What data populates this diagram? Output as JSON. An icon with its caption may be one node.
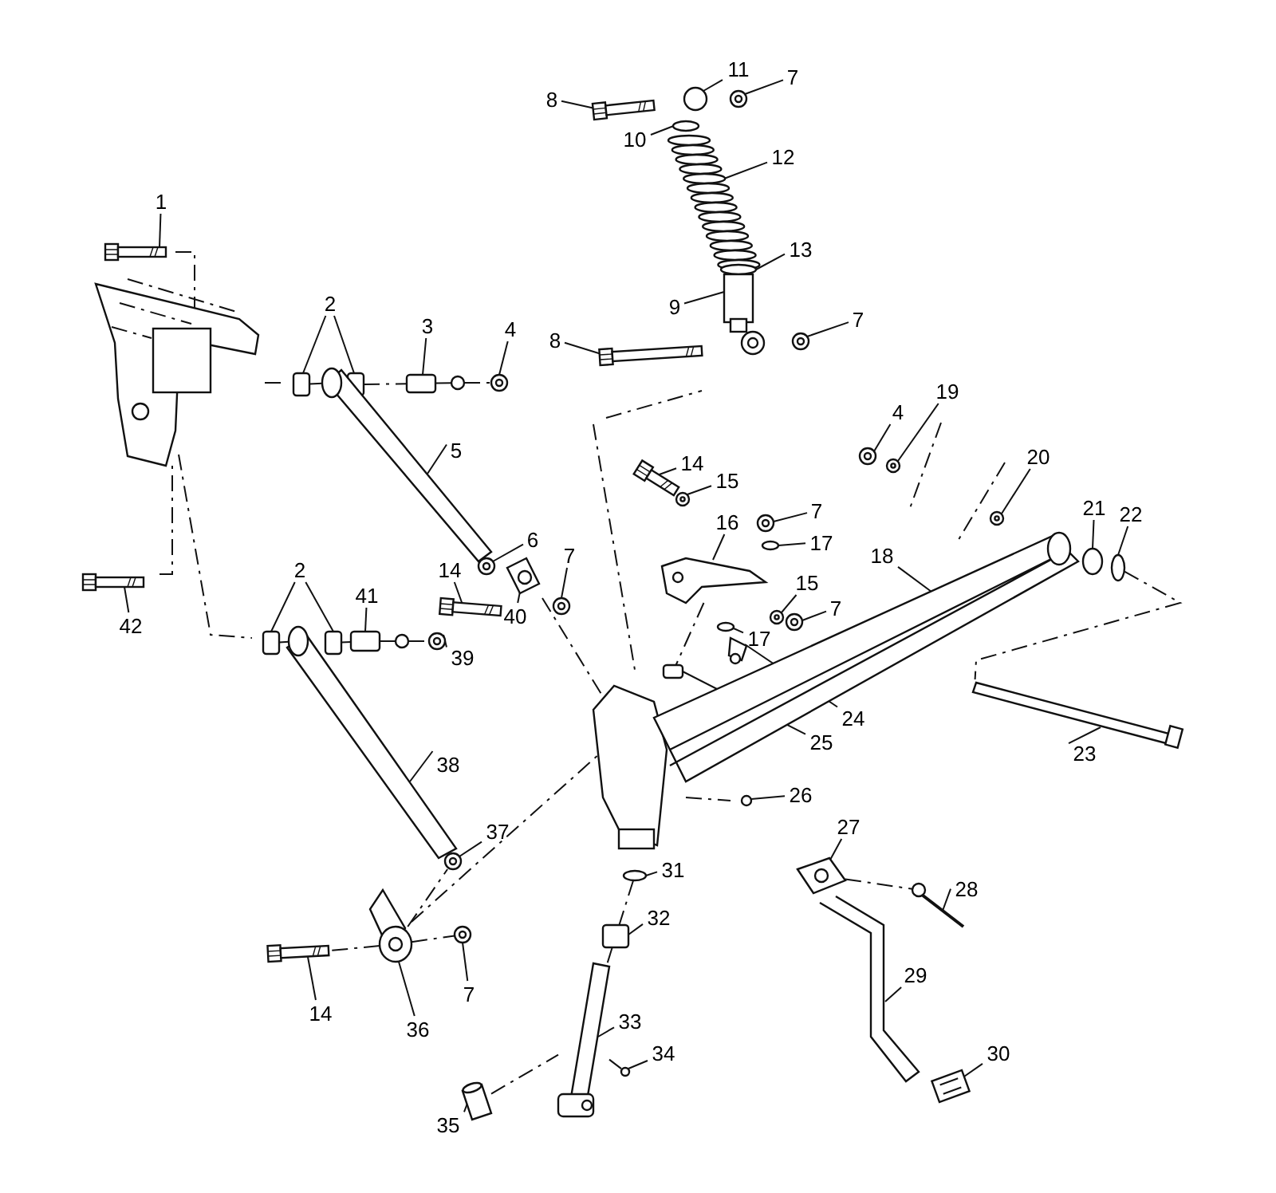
{
  "diagram": {
    "nodes": [
      {
        "text": [
          "1"
        ]
      },
      {
        "text": [
          "2"
        ]
      },
      {
        "text": [
          "3"
        ]
      },
      {
        "text": [
          "4"
        ]
      },
      {
        "text": [
          "5"
        ]
      },
      {
        "text": [
          "6"
        ]
      },
      {
        "text": [
          "7"
        ]
      },
      {
        "text": [
          "14"
        ]
      },
      {
        "text": [
          "40"
        ]
      },
      {
        "text": [
          "2"
        ]
      },
      {
        "text": [
          "41"
        ]
      },
      {
        "text": [
          "39"
        ]
      },
      {
        "text": [
          "42"
        ]
      },
      {
        "text": [
          "38"
        ]
      },
      {
        "text": [
          "37"
        ]
      },
      {
        "text": [
          "36"
        ]
      },
      {
        "text": [
          "14"
        ]
      },
      {
        "text": [
          "7"
        ]
      },
      {
        "text": [
          "8"
        ]
      },
      {
        "text": [
          "11"
        ]
      },
      {
        "text": [
          "7"
        ]
      },
      {
        "text": [
          "10"
        ]
      },
      {
        "text": [
          "12"
        ]
      },
      {
        "text": [
          "13"
        ]
      },
      {
        "text": [
          "9"
        ]
      },
      {
        "text": [
          "8"
        ]
      },
      {
        "text": [
          "7"
        ]
      },
      {
        "text": [
          "14"
        ]
      },
      {
        "text": [
          "15"
        ]
      },
      {
        "text": [
          "16"
        ]
      },
      {
        "text": [
          "7"
        ]
      },
      {
        "text": [
          "17"
        ]
      },
      {
        "text": [
          "15"
        ]
      },
      {
        "text": [
          "7"
        ]
      },
      {
        "text": [
          "17"
        ]
      },
      {
        "text": [
          "24"
        ]
      },
      {
        "text": [
          "25"
        ]
      },
      {
        "text": [
          "26"
        ]
      },
      {
        "text": [
          "4"
        ]
      },
      {
        "text": [
          "19"
        ]
      },
      {
        "text": [
          "20"
        ]
      },
      {
        "text": [
          "18"
        ]
      },
      {
        "text": [
          "21"
        ]
      },
      {
        "text": [
          "22"
        ]
      },
      {
        "text": [
          "23"
        ]
      },
      {
        "text": [
          "27"
        ]
      },
      {
        "text": [
          "28"
        ]
      },
      {
        "text": [
          "29"
        ]
      },
      {
        "text": [
          "30"
        ]
      },
      {
        "text": [
          "31"
        ]
      },
      {
        "text": [
          "32"
        ]
      },
      {
        "text": [
          "33"
        ]
      },
      {
        "text": [
          "34"
        ]
      },
      {
        "text": [
          "35"
        ]
      },
      {
        "text": [],
        "shape": "picture"
      },
      {
        "text": [],
        "shape": "box"
      },
      {
        "text": [],
        "shape": "box"
      },
      {
        "text": [],
        "shape": "box"
      },
      {
        "text": [],
        "shape": "picture"
      },
      {
        "text": [],
        "shape": "picture"
      },
      {
        "text": [],
        "shape": "picture"
      },
      {
        "text": [],
        "shape": "picture"
      },
      {
        "text": [],
        "shape": "picture"
      },
      {
        "text": [],
        "shape": "picture"
      },
      {
        "text": [],
        "shape": "box"
      },
      {
        "text": [],
        "shape": "box"
      },
      {
        "text": [],
        "shape": "box"
      },
      {
        "text": [],
        "shape": "picture"
      },
      {
        "text": [],
        "shape": "picture"
      },
      {
        "text": [],
        "shape": "picture"
      },
      {
        "text": [],
        "shape": "picture"
      },
      {
        "text": [],
        "shape": "picture"
      },
      {
        "text": [],
        "shape": "picture"
      },
      {
        "text": [],
        "shape": "picture"
      },
      {
        "text": [],
        "shape": "picture"
      },
      {
        "text": [],
        "shape": "circle"
      },
      {
        "text": [],
        "shape": "picture"
      },
      {
        "text": [],
        "shape": "circle"
      },
      {
        "text": [],
        "shape": "picture"
      },
      {
        "text": [],
        "shape": "circle"
      },
      {
        "text": [],
        "shape": "picture"
      },
      {
        "text": [],
        "shape": "picture"
      },
      {
        "text": [],
        "shape": "picture"
      },
      {
        "text": [],
        "shape": "picture"
      },
      {
        "text": [],
        "shape": "picture"
      },
      {
        "text": [],
        "shape": "picture"
      },
      {
        "text": [],
        "shape": "picture"
      },
      {
        "text": [],
        "shape": "circle"
      },
      {
        "text": [],
        "shape": "picture"
      },
      {
        "text": [],
        "shape": "picture"
      },
      {
        "text": [],
        "shape": "circle"
      },
      {
        "text": [],
        "shape": "picture"
      },
      {
        "text": [],
        "shape": "box"
      },
      {
        "text": [],
        "shape": "circle"
      },
      {
        "text": [],
        "shape": "picture"
      },
      {
        "text": [],
        "shape": "picture"
      },
      {
        "text": [],
        "shape": "picture"
      },
      {
        "text": [],
        "shape": "picture"
      },
      {
        "text": [],
        "shape": "circle"
      },
      {
        "text": [],
        "shape": "circle"
      },
      {
        "text": [],
        "shape": "picture"
      },
      {
        "text": [],
        "shape": "picture"
      },
      {
        "text": [],
        "shape": "picture"
      },
      {
        "text": [],
        "shape": "picture"
      },
      {
        "text": [],
        "shape": "picture"
      },
      {
        "text": [],
        "shape": "circle"
      },
      {
        "text": [],
        "shape": "box"
      },
      {
        "text": [],
        "shape": "picture"
      },
      {
        "text": [],
        "shape": "circle"
      },
      {
        "text": [],
        "shape": "picture"
      },
      {
        "text": [],
        "shape": "circle"
      },
      {
        "text": [],
        "shape": "circle"
      }
    ],
    "edges": [
      {
        "from": 0,
        "to": 54,
        "arrow": "none"
      },
      {
        "from": 1,
        "to": 55,
        "arrow": "none"
      },
      {
        "from": 1,
        "to": 56,
        "arrow": "none"
      },
      {
        "from": 2,
        "to": 57,
        "arrow": "none"
      },
      {
        "from": 3,
        "to": 58,
        "arrow": "none"
      },
      {
        "from": 4,
        "to": 59,
        "arrow": "none"
      },
      {
        "from": 5,
        "to": 60,
        "arrow": "none"
      },
      {
        "from": 6,
        "to": 61,
        "arrow": "none"
      },
      {
        "from": 7,
        "to": 62,
        "arrow": "none"
      },
      {
        "from": 8,
        "to": 63,
        "arrow": "none"
      },
      {
        "from": 9,
        "to": 64,
        "arrow": "none"
      },
      {
        "from": 9,
        "to": 65,
        "arrow": "none"
      },
      {
        "from": 10,
        "to": 66,
        "arrow": "none"
      },
      {
        "from": 11,
        "to": 67,
        "arrow": "none"
      },
      {
        "from": 12,
        "to": 68,
        "arrow": "none"
      },
      {
        "from": 13,
        "to": 69,
        "arrow": "none"
      },
      {
        "from": 14,
        "to": 70,
        "arrow": "none"
      },
      {
        "from": 15,
        "to": 71,
        "arrow": "none"
      },
      {
        "from": 16,
        "to": 72,
        "arrow": "none"
      },
      {
        "from": 17,
        "to": 73,
        "arrow": "none"
      },
      {
        "from": 18,
        "to": 74,
        "arrow": "none"
      },
      {
        "from": 19,
        "to": 75,
        "arrow": "none"
      },
      {
        "from": 20,
        "to": 76,
        "arrow": "none"
      },
      {
        "from": 21,
        "to": 77,
        "arrow": "none"
      },
      {
        "from": 22,
        "to": 78,
        "arrow": "none"
      },
      {
        "from": 23,
        "to": 79,
        "arrow": "none"
      },
      {
        "from": 24,
        "to": 80,
        "arrow": "none"
      },
      {
        "from": 25,
        "to": 81,
        "arrow": "none"
      },
      {
        "from": 26,
        "to": 82,
        "arrow": "none"
      },
      {
        "from": 27,
        "to": 83,
        "arrow": "none"
      },
      {
        "from": 28,
        "to": 84,
        "arrow": "none"
      },
      {
        "from": 29,
        "to": 85,
        "arrow": "none"
      },
      {
        "from": 30,
        "to": 86,
        "arrow": "none"
      },
      {
        "from": 31,
        "to": 87,
        "arrow": "none"
      },
      {
        "from": 32,
        "to": 88,
        "arrow": "none"
      },
      {
        "from": 33,
        "to": 89,
        "arrow": "none"
      },
      {
        "from": 34,
        "to": 90,
        "arrow": "none"
      },
      {
        "from": 35,
        "to": 91,
        "arrow": "none"
      },
      {
        "from": 36,
        "to": 92,
        "arrow": "none"
      },
      {
        "from": 37,
        "to": 93,
        "arrow": "none"
      },
      {
        "from": 38,
        "to": 94,
        "arrow": "none"
      },
      {
        "from": 39,
        "to": 95,
        "arrow": "none"
      },
      {
        "from": 40,
        "to": 96,
        "arrow": "none"
      },
      {
        "from": 41,
        "to": 97,
        "arrow": "none"
      },
      {
        "from": 42,
        "to": 98,
        "arrow": "none"
      },
      {
        "from": 43,
        "to": 99,
        "arrow": "none"
      },
      {
        "from": 44,
        "to": 100,
        "arrow": "none"
      },
      {
        "from": 45,
        "to": 101,
        "arrow": "none"
      },
      {
        "from": 46,
        "to": 102,
        "arrow": "none"
      },
      {
        "from": 47,
        "to": 103,
        "arrow": "none"
      },
      {
        "from": 48,
        "to": 104,
        "arrow": "none"
      },
      {
        "from": 49,
        "to": 105,
        "arrow": "none"
      },
      {
        "from": 50,
        "to": 106,
        "arrow": "none"
      },
      {
        "from": 51,
        "to": 107,
        "arrow": "none"
      },
      {
        "from": 52,
        "to": 108,
        "arrow": "none"
      },
      {
        "from": 53,
        "to": 109,
        "arrow": "none"
      },
      {
        "from": 55,
        "to": 59,
        "arrow": "none",
        "style": "dashed"
      },
      {
        "from": 56,
        "to": 57,
        "arrow": "none",
        "style": "dashed"
      },
      {
        "from": 57,
        "to": 110,
        "arrow": "none",
        "style": "dashed"
      },
      {
        "from": 110,
        "to": 58,
        "arrow": "none",
        "style": "dashed"
      },
      {
        "from": 66,
        "to": 111,
        "arrow": "none",
        "style": "dashed"
      },
      {
        "from": 111,
        "to": 67,
        "arrow": "none",
        "style": "dashed"
      },
      {
        "from": 71,
        "to": 72,
        "arrow": "none",
        "style": "dashed"
      },
      {
        "from": 71,
        "to": 73,
        "arrow": "none",
        "style": "dashed"
      },
      {
        "from": 71,
        "to": 70,
        "arrow": "none",
        "style": "dashed"
      },
      {
        "from": 99,
        "to": 100,
        "arrow": "none",
        "style": "dashed"
      },
      {
        "from": 101,
        "to": 102,
        "arrow": "none",
        "style": "dashed"
      },
      {
        "from": 85,
        "to": 92,
        "arrow": "none",
        "style": "dashed"
      },
      {
        "from": 105,
        "to": 106,
        "arrow": "none",
        "style": "dashed"
      },
      {
        "from": 106,
        "to": 107,
        "arrow": "none",
        "style": "dashed"
      },
      {
        "from": 108,
        "to": 107,
        "arrow": "none",
        "style": "dashed"
      },
      {
        "from": 109,
        "to": 107,
        "arrow": "none",
        "style": "dashed"
      },
      {
        "from": 65,
        "to": 66,
        "arrow": "none",
        "style": "dashed"
      },
      {
        "from": 64,
        "to": 69,
        "arrow": "none",
        "style": "dashed"
      }
    ]
  }
}
